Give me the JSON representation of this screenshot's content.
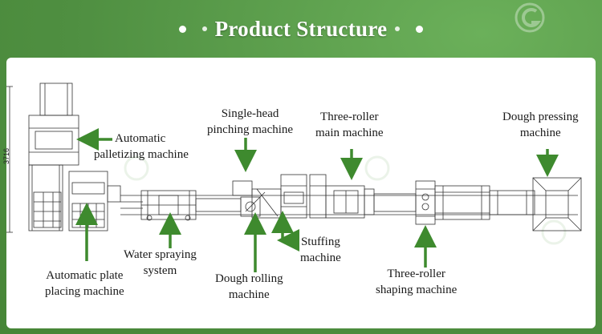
{
  "title": "Product Structure",
  "dimension": "3716",
  "accent_color": "#3e8a2e",
  "labels": {
    "palletizing": [
      "Automatic",
      "palletizing machine"
    ],
    "single_head": [
      "Single-head",
      "pinching machine"
    ],
    "main_machine": [
      "Three-roller",
      "main machine"
    ],
    "dough_pressing": [
      "Dough pressing",
      "machine"
    ],
    "stuffing": [
      "Stuffing",
      "machine"
    ],
    "water_spraying": [
      "Water spraying",
      "system"
    ],
    "plate_placing": [
      "Automatic plate",
      "placing machine"
    ],
    "dough_rolling": [
      "Dough rolling",
      "machine"
    ],
    "shaping": [
      "Three-roller",
      "shaping machine"
    ]
  },
  "icons": [
    "logo-watermark-icon"
  ]
}
